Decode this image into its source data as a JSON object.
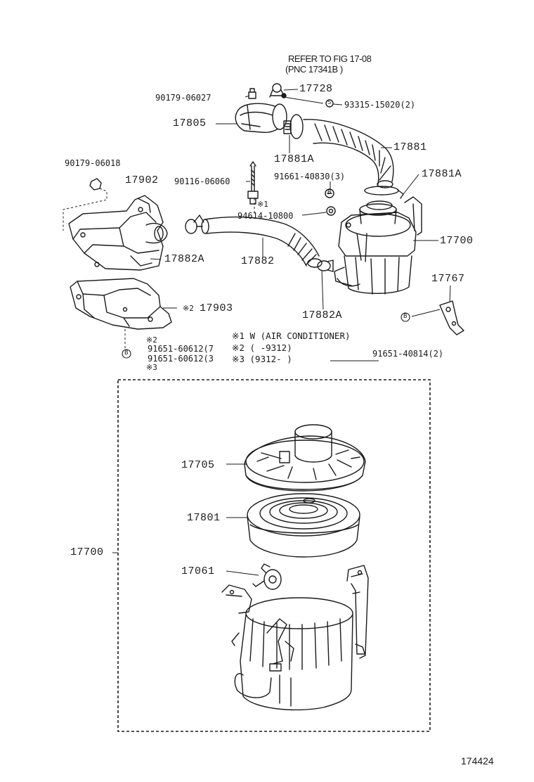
{
  "reference": {
    "line1": "REFER  TO  FIG 17-08",
    "line2": "(PNC  17341B )"
  },
  "parts": {
    "p17728": "17728",
    "p90179_06027": "90179-06027",
    "p93315_15020": "93315-15020(2)",
    "p17805": "17805",
    "p17881a_top": "17881A",
    "p17881": "17881",
    "p90179_06018": "90179-06018",
    "p17902": "17902",
    "p90116_06060": "90116-06060",
    "p91661_40830": "91661-40830(3)",
    "p17881a_right": "17881A",
    "p94614_10800": "94614-10800",
    "p17882a_left": "17882A",
    "p17882": "17882",
    "p17700_right": "17700",
    "p17767": "17767",
    "p17903": "17903",
    "p17882a_bottom": "17882A",
    "p91651_40814": "91651-40814(2)",
    "p91651_60612_a": "91651-60612(7",
    "p91651_60612_b": "91651-60612(3",
    "p17705": "17705",
    "p17801": "17801",
    "p17700_left": "17700",
    "p17061": "17061"
  },
  "marks": {
    "m_star1": "※1",
    "m_star2_17903": "※2",
    "m_star2_lower": "※2",
    "m_star3_lower": "※3",
    "m_s": "S",
    "m_b_small": "B",
    "m_b_left": "B",
    "m_b_right": "B"
  },
  "notes": {
    "n1": "※1 W (AIR CONDITIONER)",
    "n2": "※2 (      -9312)",
    "n3": "※3 (9312-        )"
  },
  "figure_number": "174424"
}
